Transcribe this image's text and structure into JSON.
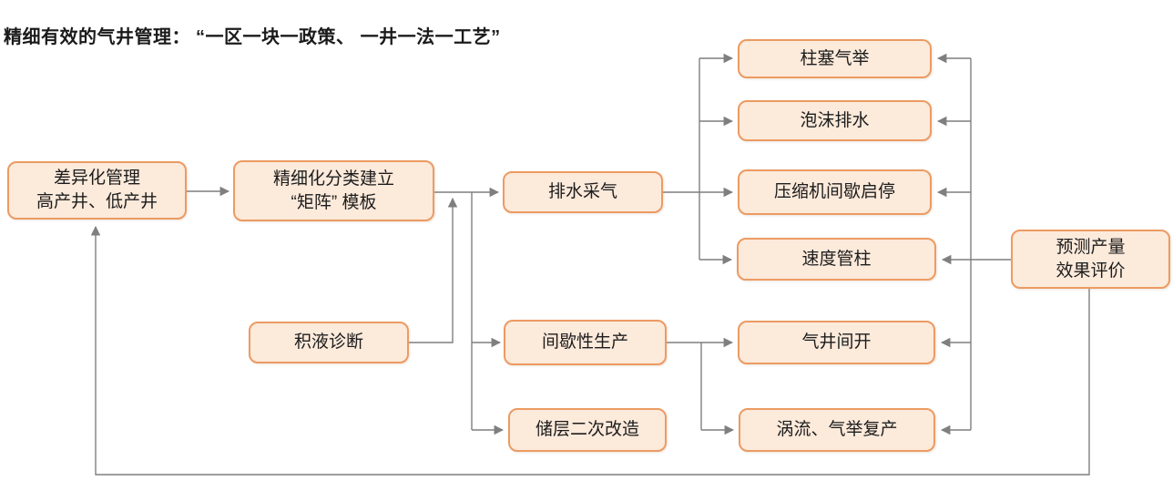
{
  "title": "精细有效的气井管理： “一区一块一政策、 一井一法一工艺”",
  "colors": {
    "box_fill": "#FCEADB",
    "box_border": "#EC9B62",
    "connector_line": "#7F7F7F",
    "text": "#1C1C1C"
  },
  "nodes": {
    "differentiated": {
      "line1": "差异化管理",
      "line2": "高产井、低产井"
    },
    "matrix": {
      "line1": "精细化分类建立",
      "line2": "“矩阵” 模板"
    },
    "diagnosis": {
      "label": "积液诊断"
    },
    "drainage": {
      "label": "排水采气"
    },
    "intermittent": {
      "label": "间歇性生产"
    },
    "reservoir": {
      "label": "储层二次改造"
    },
    "plunger": {
      "label": "柱塞气举"
    },
    "foam": {
      "label": "泡沫排水"
    },
    "compressor": {
      "label": "压缩机间歇启停"
    },
    "velocity": {
      "label": "速度管柱"
    },
    "well_switch": {
      "label": "气井间开"
    },
    "vortex": {
      "label": "涡流、气举复产"
    },
    "predict": {
      "line1": "预测产量",
      "line2": "效果评价"
    }
  }
}
